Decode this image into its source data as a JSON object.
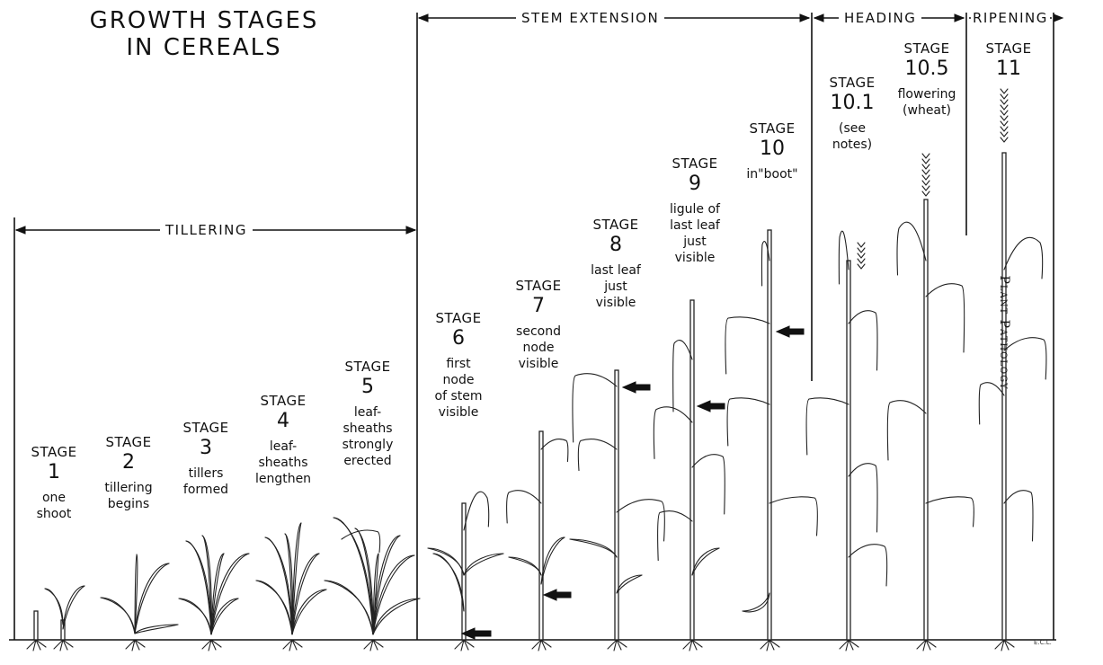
{
  "title": {
    "line1": "GROWTH STAGES",
    "line2": "IN CEREALS"
  },
  "phases": {
    "tillering": "TILLERING",
    "stem_extension": "STEM EXTENSION",
    "heading": "HEADING",
    "ripening": "RIPENING"
  },
  "stages": [
    {
      "label": "STAGE",
      "number": "1",
      "desc": [
        "one",
        "shoot"
      ]
    },
    {
      "label": "STAGE",
      "number": "2",
      "desc": [
        "tillering",
        "begins"
      ]
    },
    {
      "label": "STAGE",
      "number": "3",
      "desc": [
        "tillers",
        "formed"
      ]
    },
    {
      "label": "STAGE",
      "number": "4",
      "desc": [
        "leaf-",
        "sheaths",
        "lengthen"
      ]
    },
    {
      "label": "STAGE",
      "number": "5",
      "desc": [
        "leaf-",
        "sheaths",
        "strongly",
        "erected"
      ]
    },
    {
      "label": "STAGE",
      "number": "6",
      "desc": [
        "first",
        "node",
        "of stem",
        "visible"
      ]
    },
    {
      "label": "STAGE",
      "number": "7",
      "desc": [
        "second",
        "node",
        "visible"
      ]
    },
    {
      "label": "STAGE",
      "number": "8",
      "desc": [
        "last leaf",
        "just",
        "visible"
      ]
    },
    {
      "label": "STAGE",
      "number": "9",
      "desc": [
        "ligule of",
        "last leaf",
        "just",
        "visible"
      ]
    },
    {
      "label": "STAGE",
      "number": "10",
      "desc": [
        "in\"boot\""
      ]
    },
    {
      "label": "STAGE",
      "number": "10.1",
      "desc": [
        "(see",
        "notes)"
      ]
    },
    {
      "label": "STAGE",
      "number": "10.5",
      "desc": [
        "flowering",
        "(wheat)"
      ]
    },
    {
      "label": "STAGE",
      "number": "11",
      "desc": []
    }
  ],
  "side_label": "Plant Pathology",
  "signature": "E.C.L."
}
